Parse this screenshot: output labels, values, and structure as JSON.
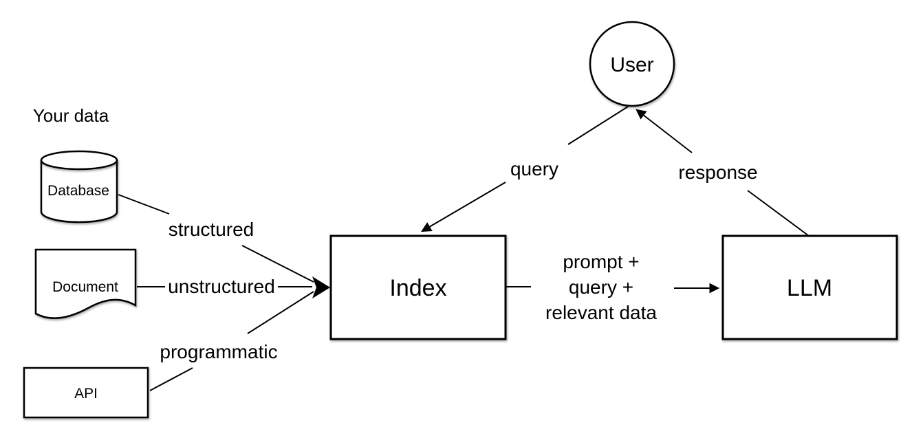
{
  "diagram": {
    "title": "Your data",
    "nodes": {
      "user": "User",
      "database": "Database",
      "document": "Document",
      "api": "API",
      "index": "Index",
      "llm": "LLM"
    },
    "edges": {
      "structured": "structured",
      "unstructured": "unstructured",
      "programmatic": "programmatic",
      "query": "query",
      "response": "response",
      "prompt_lines": [
        "prompt +",
        "query +",
        "relevant data"
      ]
    },
    "colors": {
      "stroke": "#000000",
      "fill": "#ffffff",
      "background": "#ffffff"
    }
  }
}
